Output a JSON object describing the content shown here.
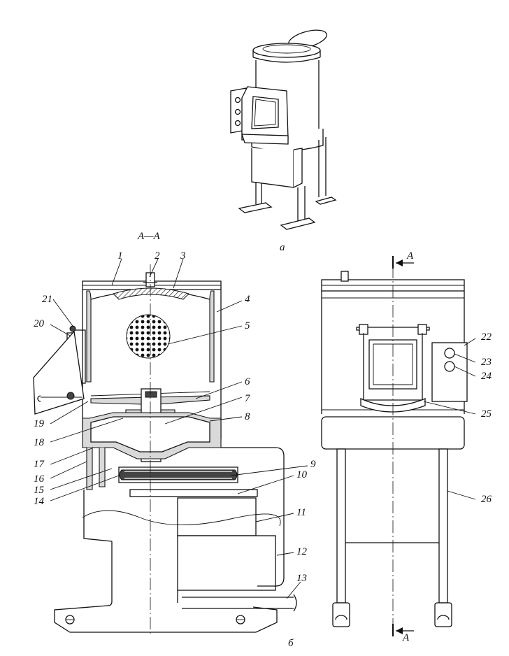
{
  "section_label": "A—A",
  "sublabel_a": "а",
  "sublabel_b": "б",
  "cut_mark": "A",
  "callouts": [
    {
      "n": "1"
    },
    {
      "n": "2"
    },
    {
      "n": "3"
    },
    {
      "n": "4"
    },
    {
      "n": "5"
    },
    {
      "n": "6"
    },
    {
      "n": "7"
    },
    {
      "n": "8"
    },
    {
      "n": "9"
    },
    {
      "n": "10"
    },
    {
      "n": "11"
    },
    {
      "n": "12"
    },
    {
      "n": "13"
    },
    {
      "n": "14"
    },
    {
      "n": "15"
    },
    {
      "n": "16"
    },
    {
      "n": "17"
    },
    {
      "n": "18"
    },
    {
      "n": "19"
    },
    {
      "n": "20"
    },
    {
      "n": "21"
    },
    {
      "n": "22"
    },
    {
      "n": "23"
    },
    {
      "n": "24"
    },
    {
      "n": "25"
    },
    {
      "n": "26"
    }
  ]
}
